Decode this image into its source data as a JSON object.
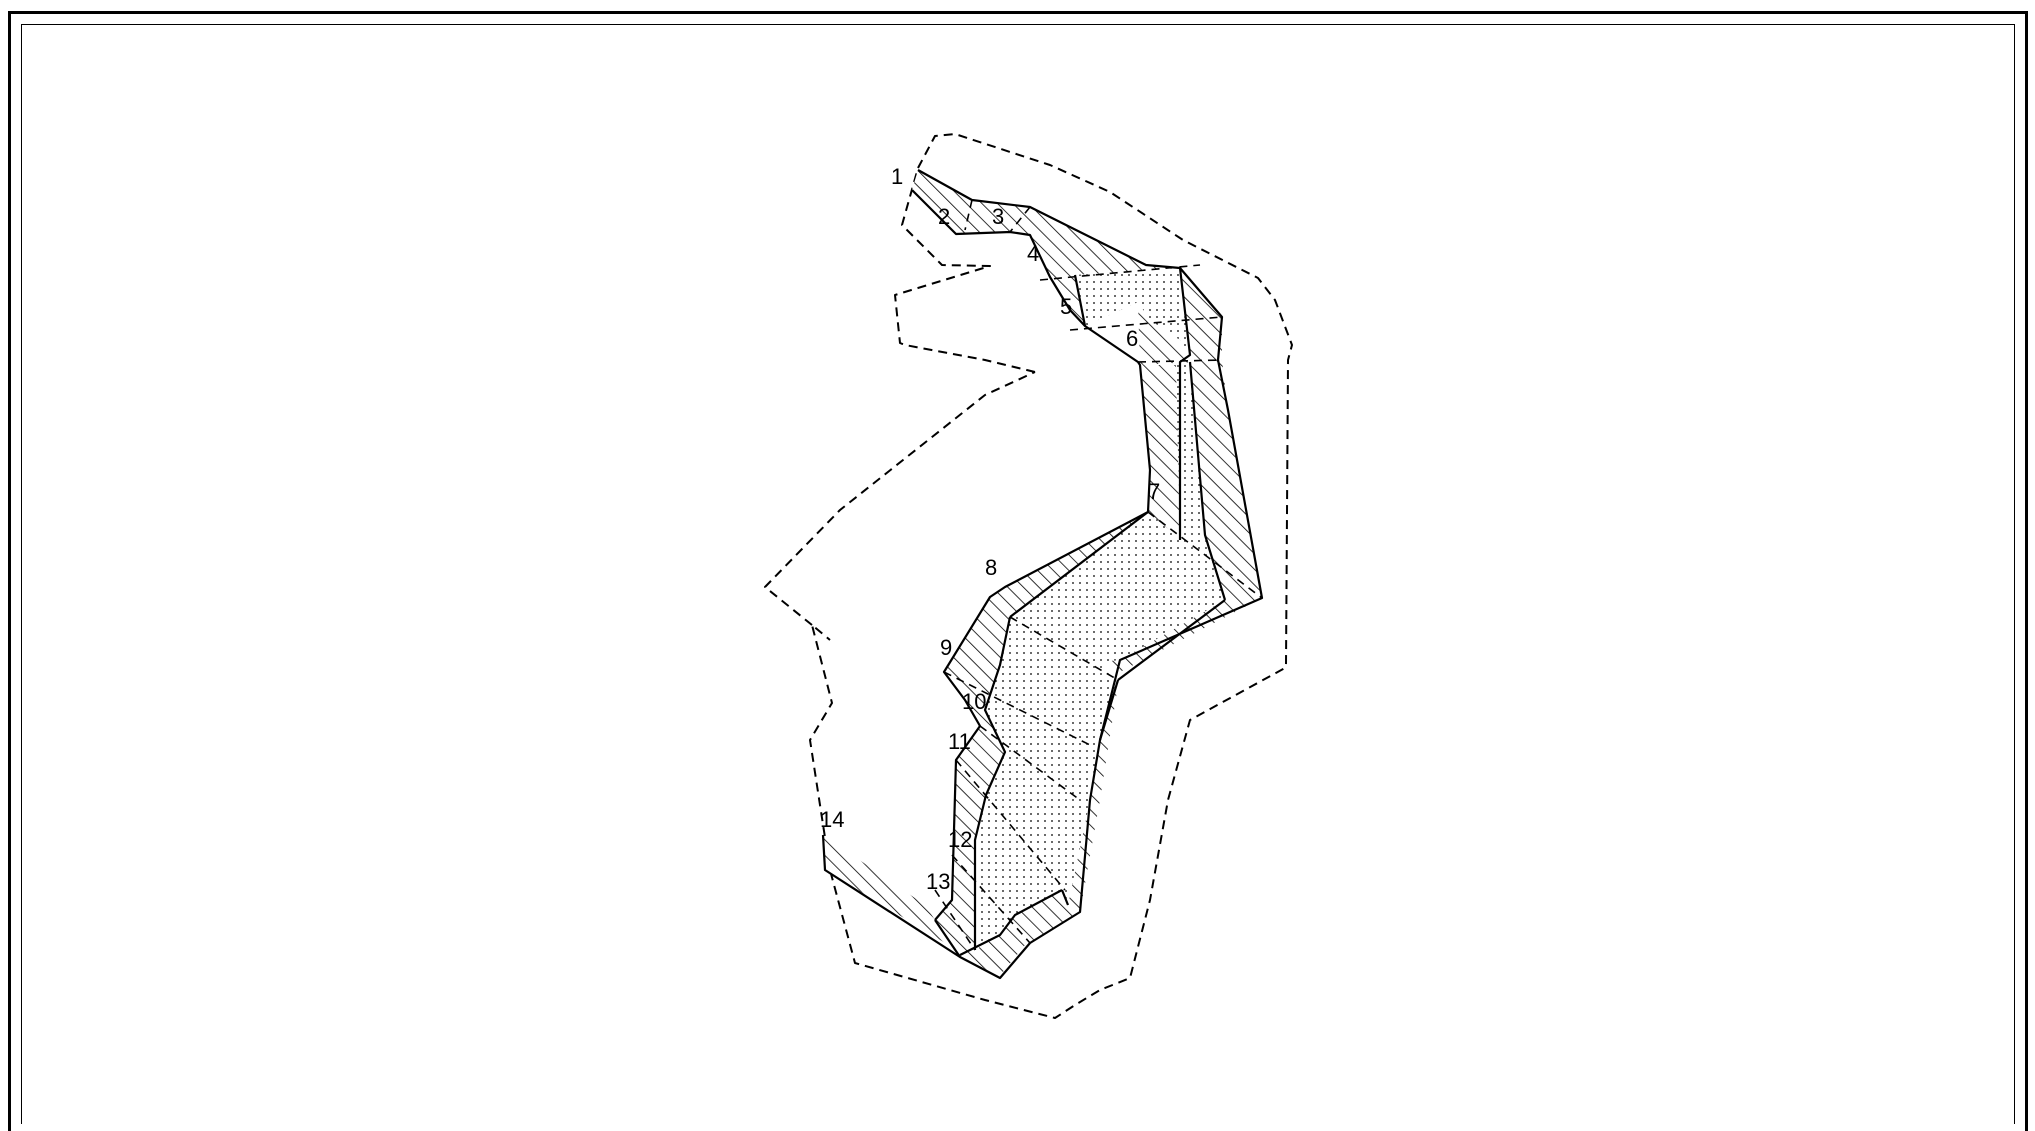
{
  "diagram": {
    "section_labels": [
      "1",
      "2",
      "3",
      "4",
      "5",
      "6",
      "7",
      "8",
      "9",
      "10",
      "11",
      "12",
      "13",
      "14"
    ]
  }
}
